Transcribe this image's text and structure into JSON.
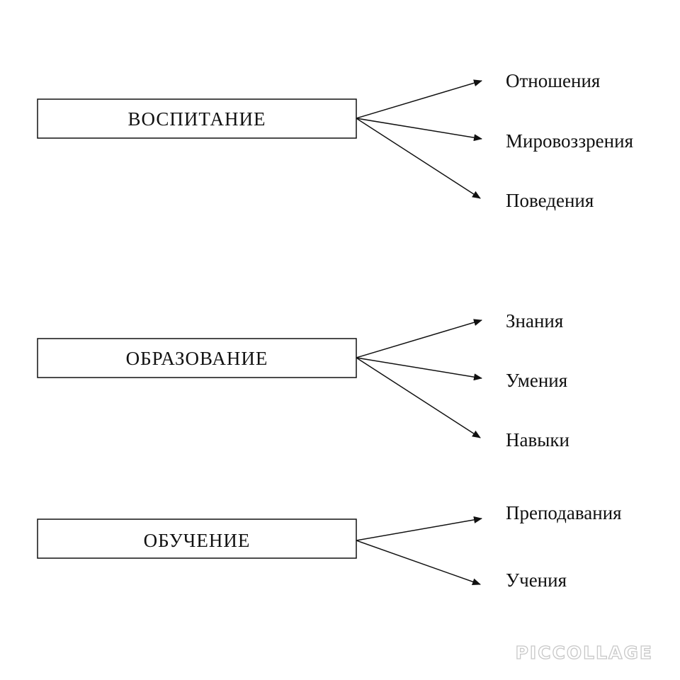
{
  "diagram": {
    "groups": [
      {
        "label": "ВОСПИТАНИЕ",
        "targets": [
          "Отношения",
          "Мировоззрения",
          "Поведения"
        ]
      },
      {
        "label": "ОБРАЗОВАНИЕ",
        "targets": [
          "Знания",
          "Умения",
          "Навыки"
        ]
      },
      {
        "label": "ОБУЧЕНИЕ",
        "targets": [
          "Преподавания",
          "Учения"
        ]
      }
    ]
  },
  "watermark": {
    "text": "PICCOLLAGE"
  }
}
